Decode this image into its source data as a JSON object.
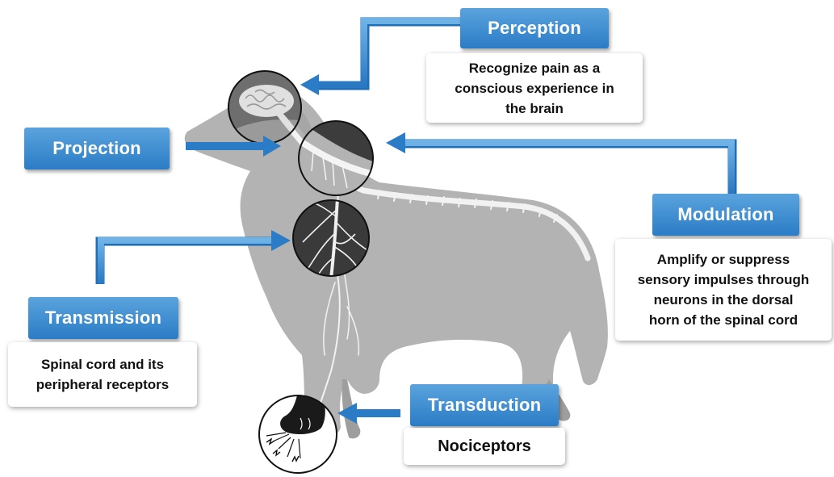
{
  "colors": {
    "accent_blue": "#2b7cc6",
    "accent_blue_light": "#5aa3dd",
    "dog_gray": "#b3b3b3",
    "nerve_white": "#f2f2f2",
    "inset_dark": "#3c3c3c"
  },
  "stages": {
    "perception": {
      "title": "Perception",
      "description": "Recognize pain as a\nconscious experience in\nthe brain"
    },
    "projection": {
      "title": "Projection"
    },
    "modulation": {
      "title": "Modulation",
      "description": "Amplify or suppress\nsensory impulses through\nneurons in the dorsal\nhorn of the spinal cord"
    },
    "transmission": {
      "title": "Transmission",
      "description": "Spinal cord and its\nperipheral receptors"
    },
    "transduction": {
      "title": "Transduction",
      "description": "Nociceptors"
    }
  },
  "illustration": {
    "subject": "dog silhouette with nervous system",
    "insets": [
      "brain-inset",
      "cervical-spine-inset",
      "spinal-cord-inset",
      "paw-inset"
    ]
  }
}
